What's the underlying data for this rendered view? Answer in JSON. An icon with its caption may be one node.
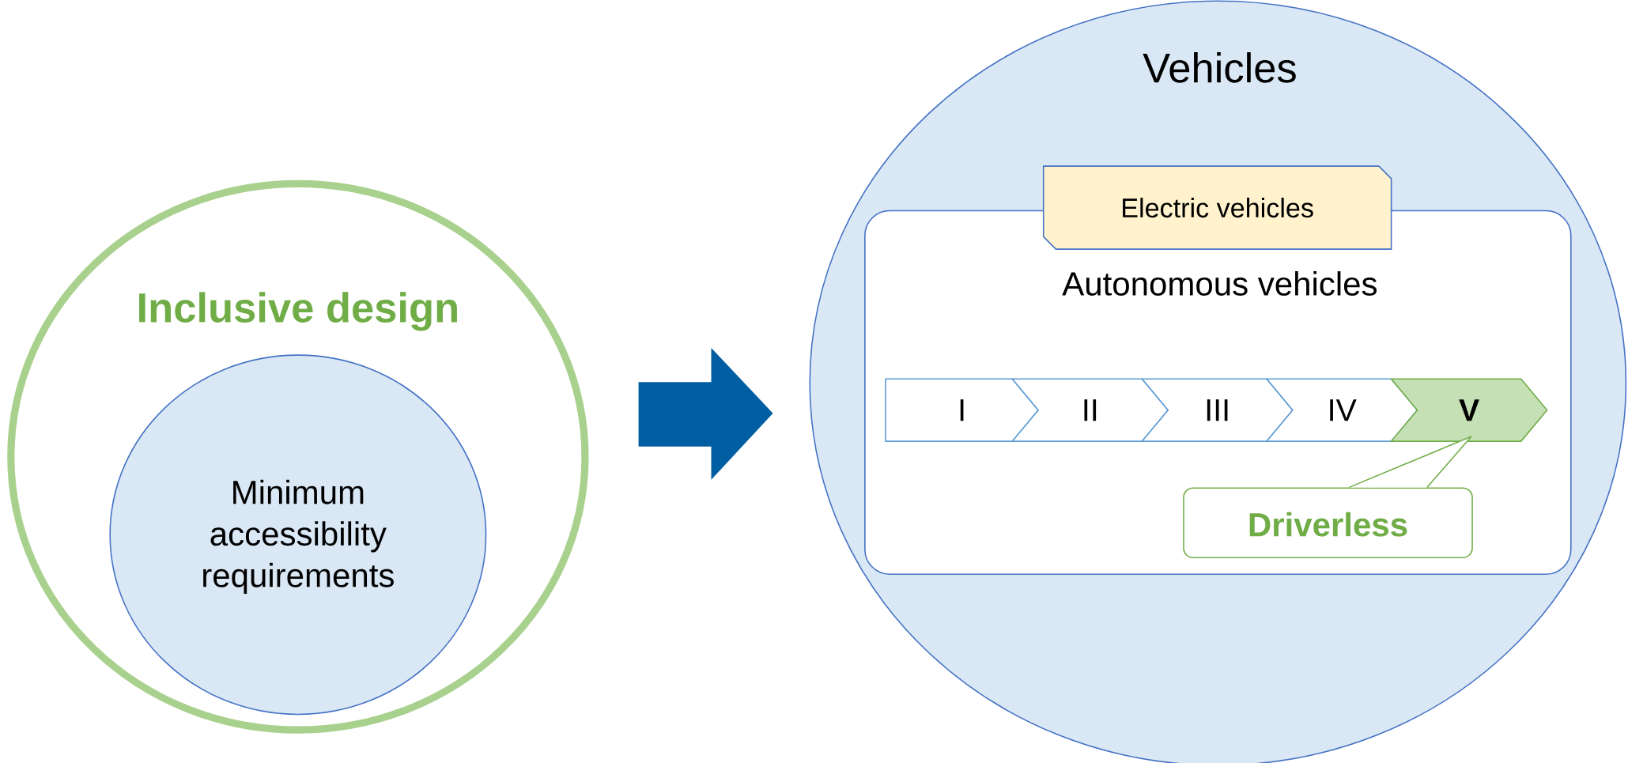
{
  "diagram": {
    "nodes": [
      {
        "text": [
          "Inclusive design"
        ]
      },
      {
        "text": [
          "Minimum accessibility requirements"
        ],
        "in": 0
      },
      {
        "text": [
          "Vehicles"
        ]
      },
      {
        "text": [
          "Autonomous vehicles"
        ],
        "in": 2
      },
      {
        "text": [
          "Electric vehicles"
        ],
        "in": 2
      },
      {
        "text": [
          "I"
        ],
        "in": 3
      },
      {
        "text": [
          "II"
        ],
        "in": 3
      },
      {
        "text": [
          "III"
        ],
        "in": 3
      },
      {
        "text": [
          "IV"
        ],
        "in": 3
      },
      {
        "text": [
          "V"
        ],
        "in": 3
      },
      {
        "text": [
          "Driverless"
        ],
        "in": 3
      }
    ],
    "edges": [
      {
        "from": 0,
        "to": 2,
        "arrow": "to",
        "style": "thick",
        "color": "#005ea2"
      },
      {
        "from": 10,
        "to": 9,
        "arrow": "none",
        "color": "#70ad47"
      }
    ]
  }
}
